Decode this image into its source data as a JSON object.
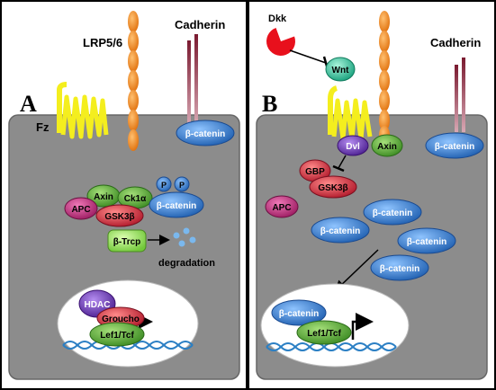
{
  "panels": [
    {
      "letter": "A",
      "labels": {
        "lrp": "LRP5/6",
        "cadherin": "Cadherin",
        "fz": "Fz",
        "membrane_catenin": "β-catenin",
        "axin": "Axin",
        "ck1": "Ck1α",
        "apc": "APC",
        "gsk3": "GSK3β",
        "complex_catenin": "β-catenin",
        "p1": "P",
        "p2": "P",
        "btrcp": "β-Trcp",
        "degradation": "degradation",
        "hdac": "HDAC",
        "groucho": "Groucho",
        "lef": "Lef1/Tcf"
      }
    },
    {
      "letter": "B",
      "labels": {
        "dkk": "Dkk",
        "wnt": "Wnt",
        "cadherin": "Cadherin",
        "dvl": "Dvl",
        "axin": "Axin",
        "membrane_catenin": "β-catenin",
        "gbp": "GBP",
        "gsk3": "GSK3β",
        "apc": "APC",
        "cat1": "β-catenin",
        "cat2": "β-catenin",
        "cat3": "β-catenin",
        "cat4": "β-catenin",
        "nuc_catenin": "β-catenin",
        "lef": "Lef1/Tcf"
      }
    }
  ],
  "colors": {
    "cell": "#8c8c8c",
    "cell_border": "#555555",
    "catenin": "#3a7fd0",
    "receptor": "#f08a1c",
    "frizzled": "#f4ee1e",
    "axin": "#5fb33a",
    "apc": "#c0287a",
    "gsk3": "#d62c3c",
    "btrcp": "#9ee05a",
    "wnt": "#2fc7a0",
    "dvl": "#7b3fc0",
    "dkk": "#e8101c",
    "cadherin": "#7a1a30",
    "nucleus": "#ffffff",
    "dna": "#2b7fc4"
  },
  "icons": [
    "dna-helix",
    "transcription-arrow",
    "inhibition-bar",
    "degradation-dots"
  ]
}
